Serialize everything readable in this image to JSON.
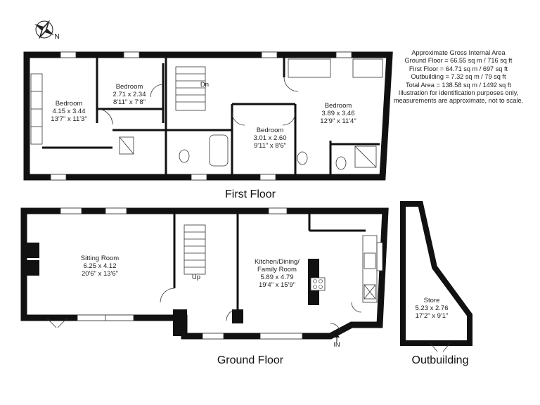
{
  "info": {
    "lines": [
      "Approximate Gross Internal Area",
      "Ground Floor = 66.55 sq m / 716 sq ft",
      "First Floor = 64.71 sq m / 697 sq ft",
      "Outbuilding = 7.32 sq m / 79 sq ft",
      "Total Area = 138.58 sq m / 1492 sq ft"
    ],
    "disclaimer": [
      "Illustration for identification purposes only,",
      "measurements are approximate, not to scale."
    ]
  },
  "compass": {
    "label": "N"
  },
  "floors": {
    "first": "First Floor",
    "ground": "Ground Floor",
    "outbuilding": "Outbuilding"
  },
  "rooms": {
    "bedroom1": {
      "name": "Bedroom",
      "metric": "4.15 x 3.44",
      "imperial": "13'7\" x 11'3\""
    },
    "bedroom2": {
      "name": "Bedroom",
      "metric": "2.71 x 2.34",
      "imperial": "8'11\" x 7'8\""
    },
    "bedroom3": {
      "name": "Bedroom",
      "metric": "3.01 x 2.60",
      "imperial": "9'11\" x 8'6\""
    },
    "bedroom4": {
      "name": "Bedroom",
      "metric": "3.89 x 3.46",
      "imperial": "12'9\" x 11'4\""
    },
    "sitting": {
      "name": "Sitting Room",
      "metric": "6.25 x 4.12",
      "imperial": "20'6\" x 13'6\""
    },
    "kitchen": {
      "name": "Kitchen/Dining/",
      "name2": "Family Room",
      "metric": "5.89 x 4.79",
      "imperial": "19'4\" x 15'9\""
    },
    "store": {
      "name": "Store",
      "metric": "5.23 x 2.76",
      "imperial": "17'2\" x 9'1\""
    }
  },
  "markers": {
    "down": "Dn",
    "up": "Up",
    "entrance": "IN"
  },
  "colors": {
    "wall": "#111111",
    "line": "#333333"
  }
}
